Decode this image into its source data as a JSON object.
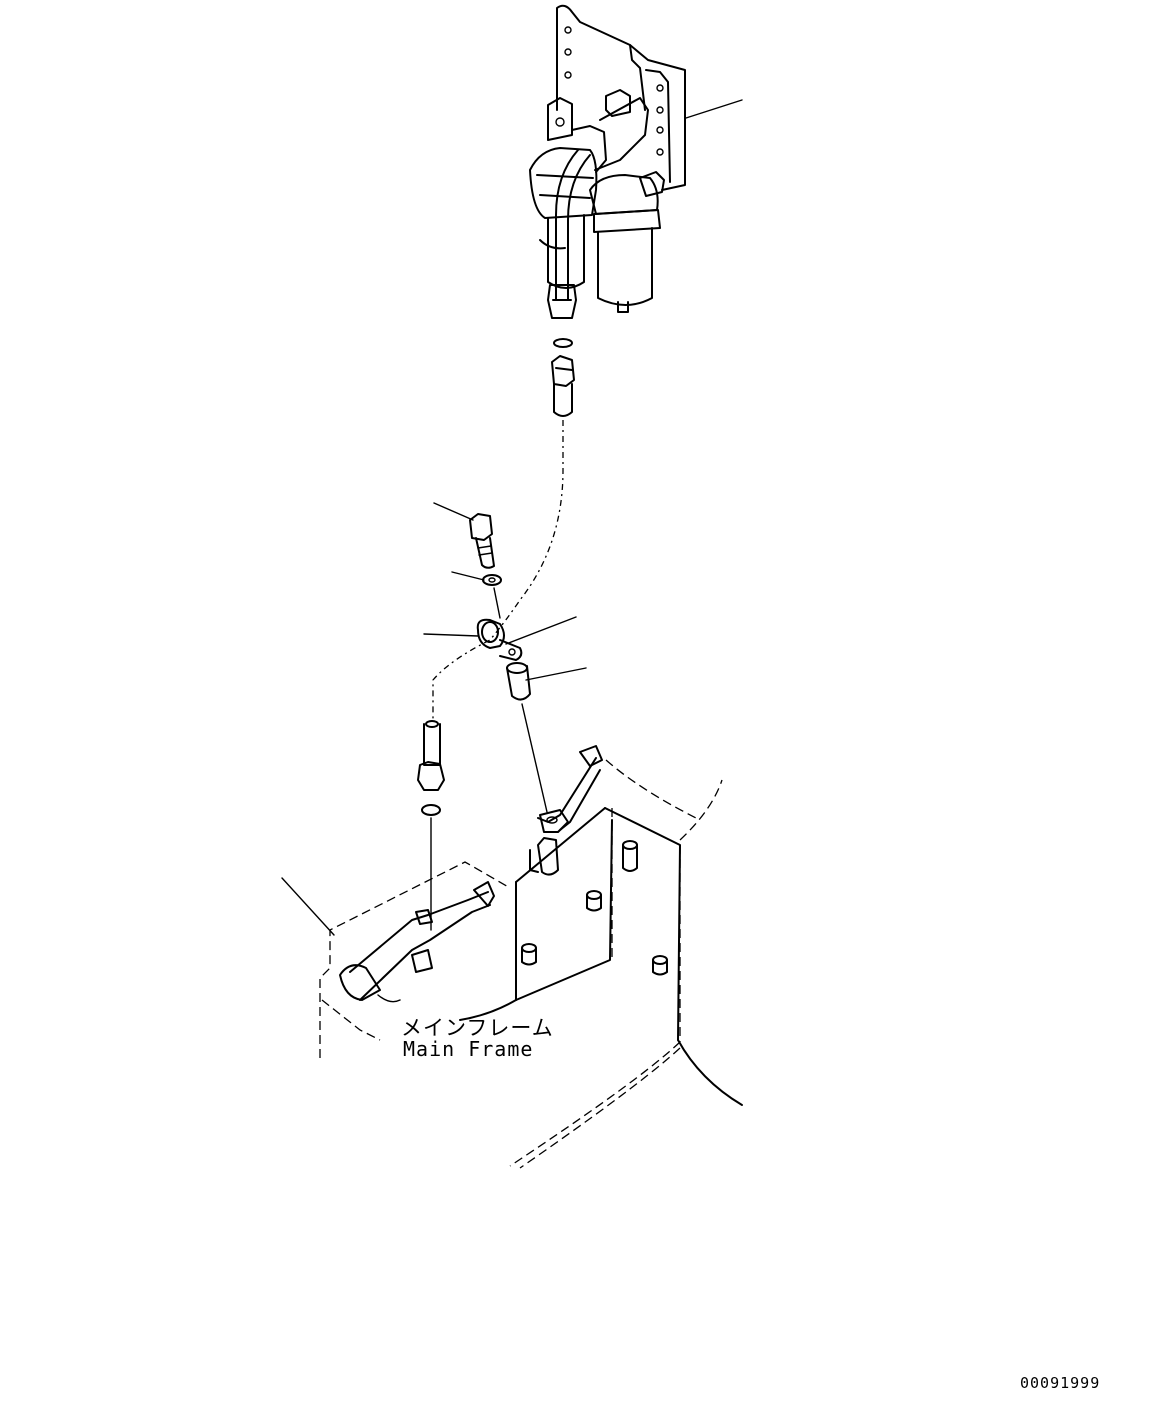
{
  "frame_label": {
    "japanese": "メインフレーム",
    "english": "Main Frame"
  },
  "drawing_number": "00091999",
  "leaders": [
    {
      "name": "bracket-leader"
    },
    {
      "name": "bolt-leader"
    },
    {
      "name": "washer-leader"
    },
    {
      "name": "clamp-leader-left"
    },
    {
      "name": "clamp-leader-right"
    },
    {
      "name": "spacer-leader"
    },
    {
      "name": "main-frame-leader"
    }
  ]
}
